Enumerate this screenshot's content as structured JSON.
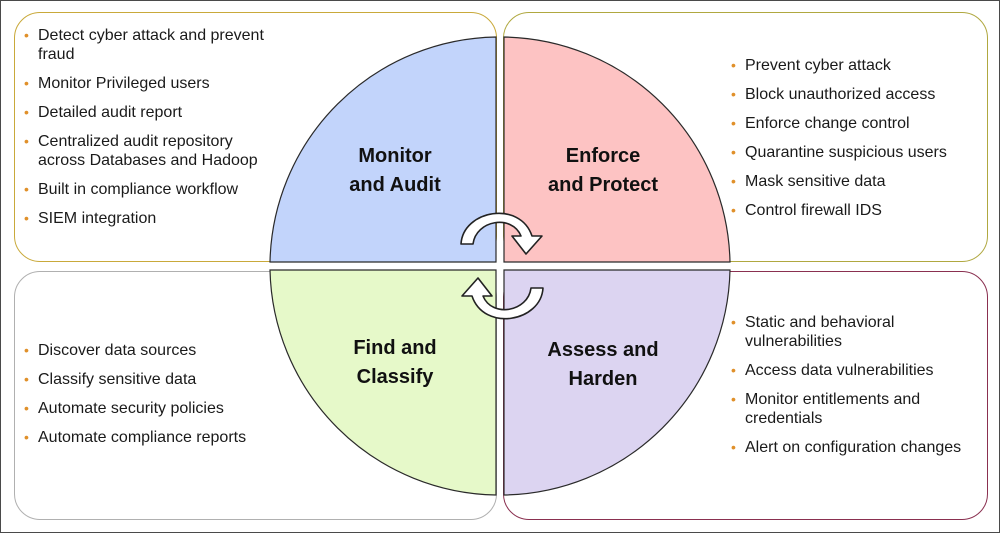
{
  "quadrants": {
    "monitor": {
      "title_line1": "Monitor",
      "title_line2": "and Audit",
      "items": [
        "Detect cyber attack and prevent fraud",
        "Monitor Privileged users",
        "Detailed audit report",
        "Centralized audit repository across Databases and Hadoop",
        "Built in compliance workflow",
        "SIEM integration"
      ]
    },
    "enforce": {
      "title_line1": "Enforce",
      "title_line2": "and Protect",
      "items": [
        "Prevent cyber attack",
        "Block unauthorized access",
        "Enforce change control",
        "Quarantine suspicious users",
        "Mask sensitive data",
        "Control firewall IDS"
      ]
    },
    "find": {
      "title_line1": "Find and",
      "title_line2": "Classify",
      "items": [
        "Discover data sources",
        "Classify sensitive data",
        "Automate security policies",
        "Automate compliance reports"
      ]
    },
    "assess": {
      "title_line1": "Assess and",
      "title_line2": "Harden",
      "items": [
        "Static and behavioral vulnerabilities",
        "Access data vulnerabilities",
        "Monitor entitlements and credentials",
        "Alert on configuration changes"
      ]
    }
  },
  "colors": {
    "monitor_fill": "#c2d4fb",
    "enforce_fill": "#fdc3c3",
    "find_fill": "#e6f9c9",
    "assess_fill": "#dcd4f1",
    "bullet": "#e0902a"
  },
  "icons": [
    "cycle-arrows-icon"
  ]
}
